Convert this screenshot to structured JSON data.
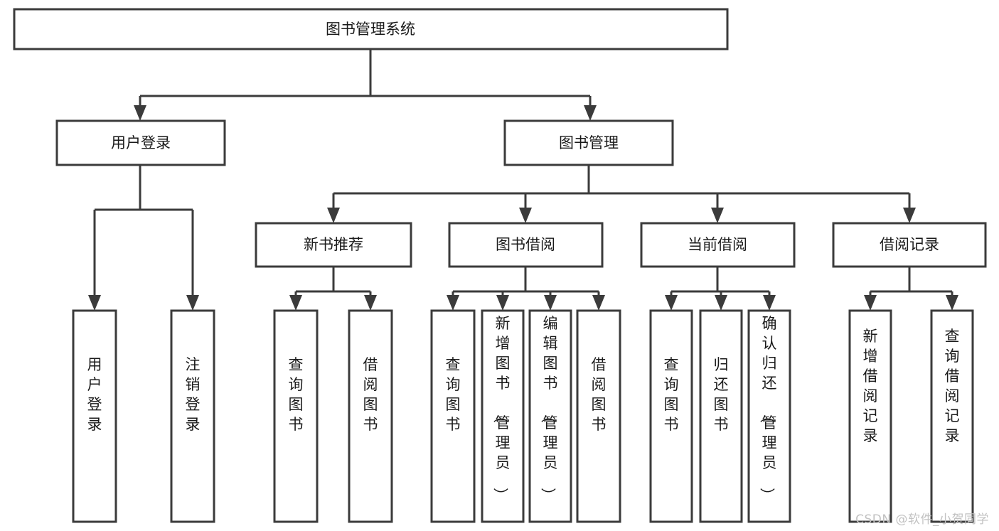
{
  "diagram": {
    "title": "图书管理系统",
    "type": "tree",
    "orientation": "top-down",
    "root": {
      "id": "root",
      "label": "图书管理系统",
      "level": 0,
      "text_orientation": "horizontal"
    },
    "level1": [
      {
        "id": "user-login",
        "label": "用户登录",
        "text_orientation": "horizontal"
      },
      {
        "id": "book-manage",
        "label": "图书管理",
        "text_orientation": "horizontal"
      }
    ],
    "level2": [
      {
        "id": "new-book-rec",
        "label": "新书推荐",
        "parent": "book-manage",
        "text_orientation": "horizontal"
      },
      {
        "id": "book-borrow",
        "label": "图书借阅",
        "parent": "book-manage",
        "text_orientation": "horizontal"
      },
      {
        "id": "current-borrow",
        "label": "当前借阅",
        "parent": "book-manage",
        "text_orientation": "horizontal"
      },
      {
        "id": "borrow-record",
        "label": "借阅记录",
        "parent": "book-manage",
        "text_orientation": "horizontal"
      }
    ],
    "leaves": [
      {
        "id": "leaf-user-login",
        "label": "用户登录",
        "parent": "user-login",
        "text_orientation": "vertical"
      },
      {
        "id": "leaf-logout",
        "label": "注销登录",
        "parent": "user-login",
        "text_orientation": "vertical"
      },
      {
        "id": "leaf-query-book-1",
        "label": "查询图书",
        "parent": "new-book-rec",
        "text_orientation": "vertical"
      },
      {
        "id": "leaf-borrow-book-1",
        "label": "借阅图书",
        "parent": "new-book-rec",
        "text_orientation": "vertical"
      },
      {
        "id": "leaf-query-book-2",
        "label": "查询图书",
        "parent": "book-borrow",
        "text_orientation": "vertical"
      },
      {
        "id": "leaf-add-book",
        "label": "新增图书（管理员）",
        "parent": "book-borrow",
        "text_orientation": "vertical"
      },
      {
        "id": "leaf-edit-book",
        "label": "编辑图书（管理员）",
        "parent": "book-borrow",
        "text_orientation": "vertical"
      },
      {
        "id": "leaf-borrow-book-2",
        "label": "借阅图书",
        "parent": "book-borrow",
        "text_orientation": "vertical"
      },
      {
        "id": "leaf-query-book-3",
        "label": "查询图书",
        "parent": "current-borrow",
        "text_orientation": "vertical"
      },
      {
        "id": "leaf-return-book",
        "label": "归还图书",
        "parent": "current-borrow",
        "text_orientation": "vertical"
      },
      {
        "id": "leaf-confirm-return",
        "label": "确认归还（管理员）",
        "parent": "current-borrow",
        "text_orientation": "vertical"
      },
      {
        "id": "leaf-add-record",
        "label": "新增借阅记录",
        "parent": "borrow-record",
        "text_orientation": "vertical"
      },
      {
        "id": "leaf-query-record",
        "label": "查询借阅记录",
        "parent": "borrow-record",
        "text_orientation": "vertical"
      }
    ],
    "colors": {
      "box_stroke": "#3b3b3b",
      "box_fill": "#ffffff",
      "text": "#1a1a1a",
      "connector": "#3b3b3b",
      "background": "#ffffff",
      "watermark": "#c2c2c2"
    }
  },
  "watermark": {
    "text": "CSDN @软件_小贺同学"
  }
}
